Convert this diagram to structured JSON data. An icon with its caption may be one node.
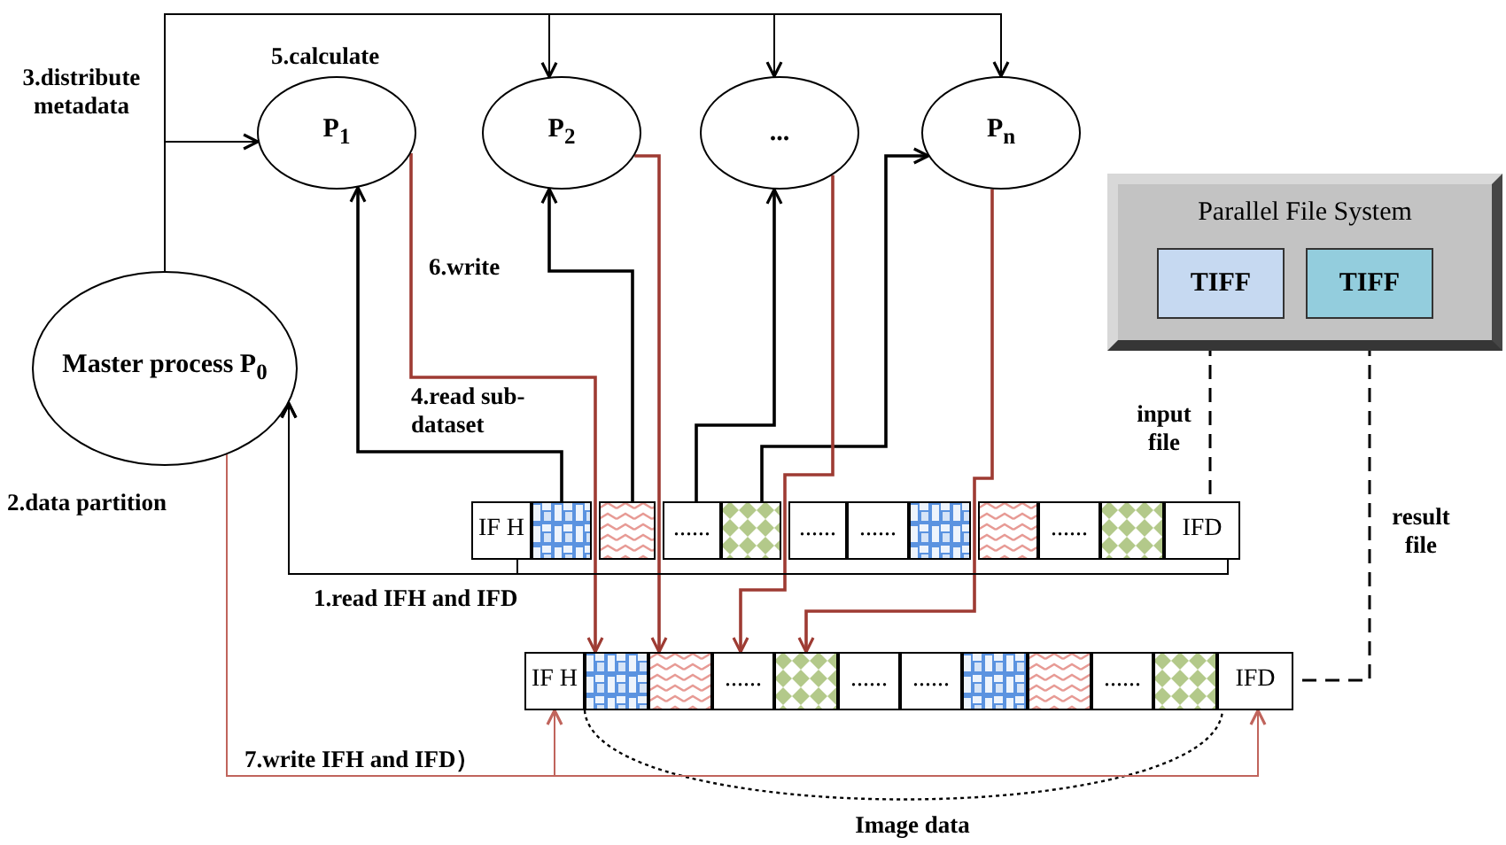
{
  "diagram": {
    "nodes": [
      {
        "text": [
          "Master process P$_{0}$"
        ]
      },
      {
        "text": [
          "P$_{1}$"
        ]
      },
      {
        "text": [
          "P$_{2}$"
        ]
      },
      {
        "text": [
          "..."
        ]
      },
      {
        "text": [
          "P$_{n}$"
        ]
      },
      {
        "text": [
          "Parallel File System"
        ]
      },
      {
        "text": [
          "TIFF"
        ],
        "in": 5
      },
      {
        "text": [
          "TIFF"
        ],
        "in": 5
      },
      {
        "text": [
          "IF H"
        ]
      },
      {
        "text": [],
        "shape": "box"
      },
      {
        "text": [],
        "shape": "box"
      },
      {
        "text": [
          "......"
        ]
      },
      {
        "text": [],
        "shape": "box"
      },
      {
        "text": [
          "......"
        ]
      },
      {
        "text": [
          "......"
        ]
      },
      {
        "text": [],
        "shape": "box"
      },
      {
        "text": [],
        "shape": "box"
      },
      {
        "text": [
          "......"
        ]
      },
      {
        "text": [],
        "shape": "box"
      },
      {
        "text": [
          "IFD"
        ]
      },
      {
        "text": [
          "IF H"
        ]
      },
      {
        "text": [],
        "shape": "box"
      },
      {
        "text": [],
        "shape": "box"
      },
      {
        "text": [
          "......"
        ]
      },
      {
        "text": [],
        "shape": "box"
      },
      {
        "text": [
          "......"
        ]
      },
      {
        "text": [
          "......"
        ]
      },
      {
        "text": [],
        "shape": "box"
      },
      {
        "text": [],
        "shape": "box"
      },
      {
        "text": [
          "......"
        ]
      },
      {
        "text": [],
        "shape": "box"
      },
      {
        "text": [
          "IFD"
        ]
      }
    ],
    "edges": [
      {
        "from": 0,
        "to": 1,
        "arrow": "to"
      },
      {
        "from": 0,
        "to": 2,
        "arrow": "to"
      },
      {
        "from": 0,
        "to": 3,
        "arrow": "to"
      },
      {
        "from": 0,
        "to": 4,
        "arrow": "to"
      },
      {
        "from": 9,
        "to": 1,
        "arrow": "to"
      },
      {
        "from": 10,
        "to": 2,
        "arrow": "to"
      },
      {
        "from": 11,
        "to": 3,
        "arrow": "to"
      },
      {
        "from": 12,
        "to": 4,
        "arrow": "to"
      },
      {
        "from": 1,
        "to": 21,
        "arrow": "to",
        "color": "#9e3b33"
      },
      {
        "from": 2,
        "to": 22,
        "arrow": "to",
        "color": "#9e3b33"
      },
      {
        "from": 3,
        "to": 23,
        "arrow": "to",
        "color": "#9e3b33"
      },
      {
        "from": 4,
        "to": 24,
        "arrow": "to",
        "color": "#9e3b33"
      },
      {
        "from": 8,
        "to": 0,
        "arrow": "to"
      },
      {
        "from": 0,
        "to": 20,
        "arrow": "to",
        "color": "#c0645c"
      },
      {
        "from": 0,
        "to": 31,
        "arrow": "to",
        "color": "#c0645c"
      },
      {
        "from": 6,
        "to": 19,
        "arrow": "none",
        "style": "dashed"
      },
      {
        "from": 7,
        "to": 31,
        "arrow": "none",
        "style": "dashed"
      },
      {
        "from": 19,
        "to": 0,
        "arrow": "to"
      }
    ],
    "labels": [
      "5.calculate",
      "3.distribute metadata",
      "6.write",
      "4.read sub- dataset",
      "input file",
      "2.data partition",
      "result file",
      "1.read IFH and IFD",
      "7.write IFH and IFD）",
      "Image data"
    ]
  }
}
